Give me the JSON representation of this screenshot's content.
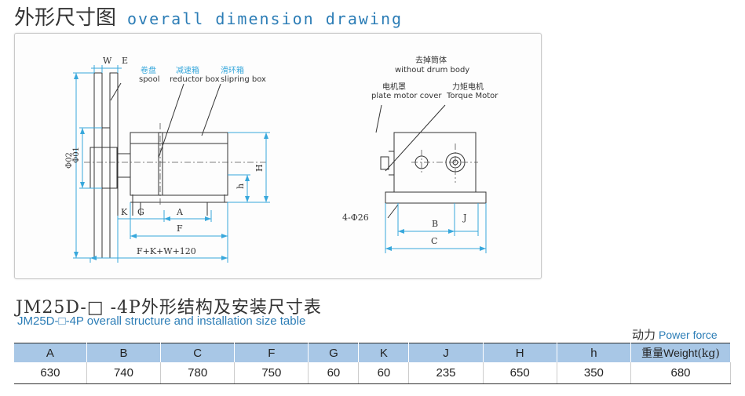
{
  "header": {
    "title_cn": "外形尺寸图",
    "title_en": "overall dimension drawing"
  },
  "drawing": {
    "dims": {
      "W": "W",
      "E": "E",
      "D2": "Φ02",
      "D1": "Φ01",
      "K": "K",
      "G": "G",
      "A": "A",
      "F": "F",
      "total": "F+K+W+120",
      "h": "h",
      "H": "H",
      "B": "B",
      "J": "J",
      "C": "C",
      "holes": "4-Φ26"
    },
    "left_labels": {
      "spool_cn": "卷盘",
      "spool_en": "spool",
      "reducer_cn": "减速箱",
      "reducer_en": "reductor box",
      "slipring_cn": "滑环箱",
      "slipring_en": "slipring box"
    },
    "right_labels": {
      "drum_cn": "去掉筒体",
      "drum_en": "without drum body",
      "cover_cn": "电机罩",
      "cover_en": "plate motor cover",
      "torque_cn": "力矩电机",
      "torque_en": "Torque Motor"
    }
  },
  "table": {
    "title_cn": "JM25D-□ -4P外形结构及安装尺寸表",
    "title_en": "JM25D-□-4P overall structure and installation size table",
    "power_cn": "动力",
    "power_en": "Power force",
    "headers": [
      "A",
      "B",
      "C",
      "F",
      "G",
      "K",
      "J",
      "H",
      "h"
    ],
    "weight_header_cn": "重量",
    "weight_header_en": "Weight",
    "weight_unit": "(kg)",
    "values": [
      "630",
      "740",
      "780",
      "750",
      "60",
      "60",
      "235",
      "650",
      "350",
      "680"
    ]
  },
  "colors": {
    "dimension_line": "#38a8dc",
    "table_header": "#a8c7e6",
    "title_blue": "#2c7db6"
  }
}
